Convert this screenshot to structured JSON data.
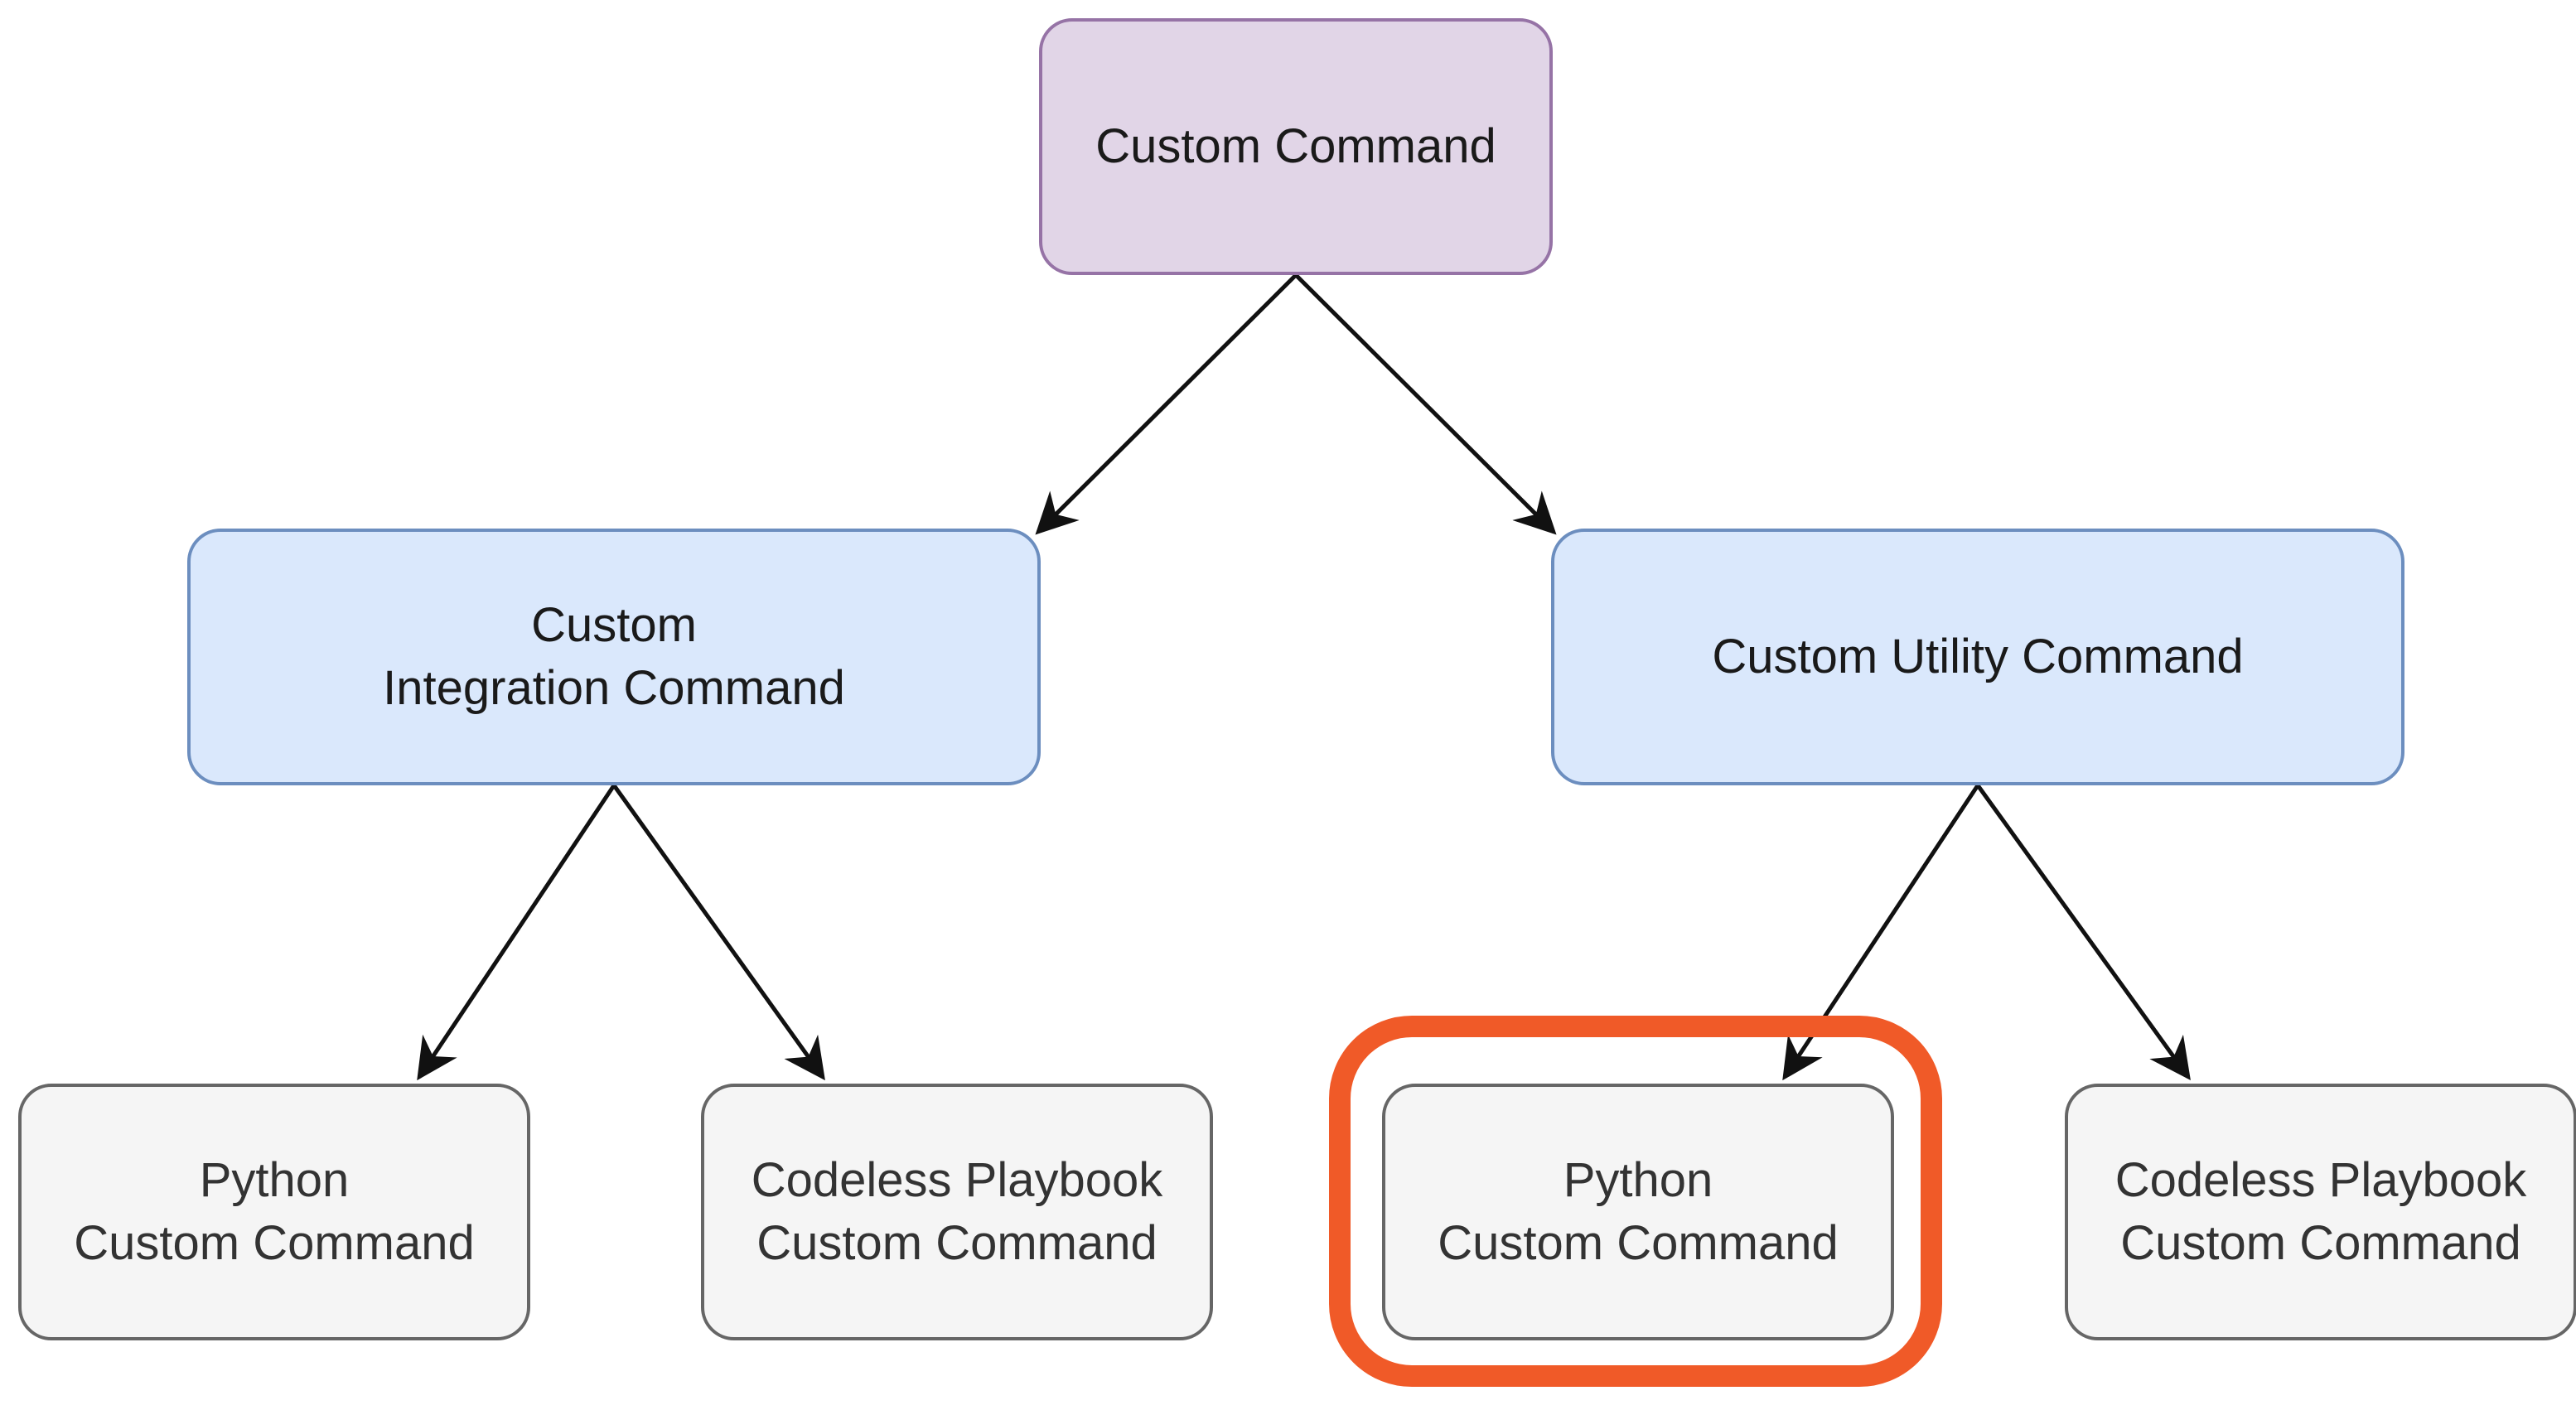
{
  "diagram": {
    "nodes": {
      "root": {
        "label": "Custom Command"
      },
      "integration": {
        "label": "Custom\nIntegration Command"
      },
      "utility": {
        "label": "Custom Utility Command"
      },
      "integration_python": {
        "label": "Python\nCustom Command"
      },
      "integration_codeless": {
        "label": "Codeless Playbook\nCustom Command"
      },
      "utility_python": {
        "label": "Python\nCustom Command"
      },
      "utility_codeless": {
        "label": "Codeless Playbook\nCustom Command"
      }
    },
    "edges": [
      {
        "from": "root",
        "to": "integration"
      },
      {
        "from": "root",
        "to": "utility"
      },
      {
        "from": "integration",
        "to": "integration_python"
      },
      {
        "from": "integration",
        "to": "integration_codeless"
      },
      {
        "from": "utility",
        "to": "utility_python"
      },
      {
        "from": "utility",
        "to": "utility_codeless"
      }
    ],
    "highlighted_node": "utility_python",
    "colors": {
      "root_fill": "#e1d5e7",
      "root_stroke": "#9673a6",
      "mid_fill": "#dae8fc",
      "mid_stroke": "#6c8ebf",
      "leaf_fill": "#f5f5f5",
      "leaf_stroke": "#666666",
      "edge": "#111111",
      "highlight": "#f05a28"
    }
  }
}
